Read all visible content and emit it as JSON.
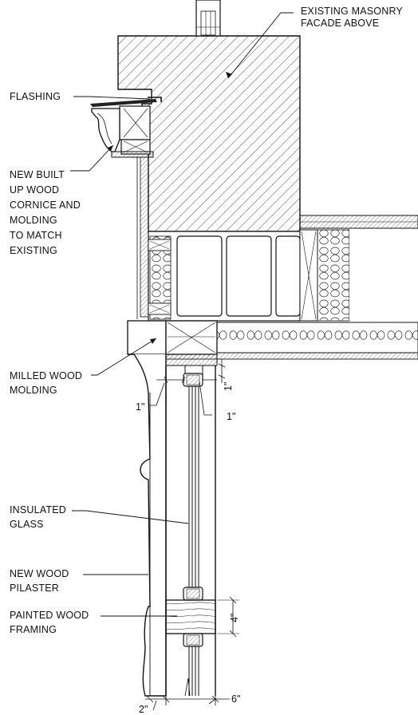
{
  "labels": {
    "masonry": [
      "EXISTING MASONRY",
      "FACADE ABOVE"
    ],
    "flashing": [
      "FLASHING"
    ],
    "cornice": [
      "NEW BUILT",
      "UP WOOD",
      "CORNICE AND",
      "MOLDING",
      "TO MATCH",
      "EXISTING"
    ],
    "milled": [
      "MILLED WOOD",
      "MOLDING"
    ],
    "glass": [
      "INSULATED",
      "GLASS"
    ],
    "pilaster": [
      "NEW WOOD",
      "PILASTER"
    ],
    "framing": [
      "PAINTED WOOD",
      "FRAMING"
    ]
  },
  "dimensions": {
    "d1_left": "1\"",
    "d1_right": "1\"",
    "d1_vertical": "1\"",
    "d4": "4\"",
    "d2": "2\"",
    "d6": "6\""
  }
}
